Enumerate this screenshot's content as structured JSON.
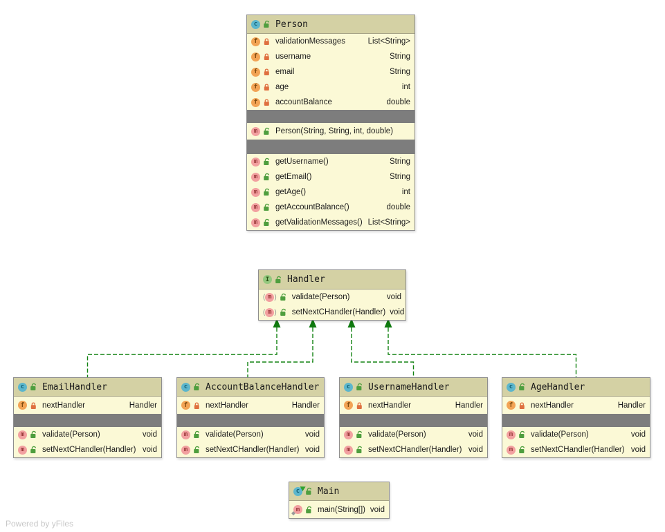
{
  "watermark": {
    "text": "Powered by yFiles"
  },
  "icons": {
    "class_letter": "c",
    "interface_letter": "I",
    "field_letter": "f",
    "method_letter": "m"
  },
  "colors": {
    "node_header": "#d4d1a4",
    "node_body": "#fbf9d6",
    "section_separator": "#7d7d7d",
    "node_border": "#8e8e8e",
    "class_icon": "#5cb6cc",
    "interface_icon": "#94c87e",
    "field_icon": "#f2a355",
    "method_icon": "#f2a0a0",
    "public_lock": "#4e9e3e",
    "private_lock": "#df7040",
    "edge_green": "#128212"
  },
  "relationships": [
    {
      "from": "EmailHandler",
      "to": "Handler",
      "type": "implements"
    },
    {
      "from": "AccountBalanceHandler",
      "to": "Handler",
      "type": "implements"
    },
    {
      "from": "UsernameHandler",
      "to": "Handler",
      "type": "implements"
    },
    {
      "from": "AgeHandler",
      "to": "Handler",
      "type": "implements"
    }
  ],
  "nodes": {
    "person": {
      "title": "Person",
      "fields": [
        {
          "name": "validationMessages",
          "type": "List<String>"
        },
        {
          "name": "username",
          "type": "String"
        },
        {
          "name": "email",
          "type": "String"
        },
        {
          "name": "age",
          "type": "int"
        },
        {
          "name": "accountBalance",
          "type": "double"
        }
      ],
      "constructors": [
        {
          "name": "Person(String, String, int, double)",
          "type": ""
        }
      ],
      "methods": [
        {
          "name": "getUsername()",
          "type": "String"
        },
        {
          "name": "getEmail()",
          "type": "String"
        },
        {
          "name": "getAge()",
          "type": "int"
        },
        {
          "name": "getAccountBalance()",
          "type": "double"
        },
        {
          "name": "getValidationMessages()",
          "type": "List<String>"
        }
      ]
    },
    "handler": {
      "title": "Handler",
      "methods": [
        {
          "name": "validate(Person)",
          "type": "void"
        },
        {
          "name": "setNextCHandler(Handler)",
          "type": "void"
        }
      ]
    },
    "emailHandler": {
      "title": "EmailHandler",
      "fields": [
        {
          "name": "nextHandler",
          "type": "Handler"
        }
      ],
      "methods": [
        {
          "name": "validate(Person)",
          "type": "void"
        },
        {
          "name": "setNextCHandler(Handler)",
          "type": "void"
        }
      ]
    },
    "accountBalanceHandler": {
      "title": "AccountBalanceHandler",
      "fields": [
        {
          "name": "nextHandler",
          "type": "Handler"
        }
      ],
      "methods": [
        {
          "name": "validate(Person)",
          "type": "void"
        },
        {
          "name": "setNextCHandler(Handler)",
          "type": "void"
        }
      ]
    },
    "usernameHandler": {
      "title": "UsernameHandler",
      "fields": [
        {
          "name": "nextHandler",
          "type": "Handler"
        }
      ],
      "methods": [
        {
          "name": "validate(Person)",
          "type": "void"
        },
        {
          "name": "setNextCHandler(Handler)",
          "type": "void"
        }
      ]
    },
    "ageHandler": {
      "title": "AgeHandler",
      "fields": [
        {
          "name": "nextHandler",
          "type": "Handler"
        }
      ],
      "methods": [
        {
          "name": "validate(Person)",
          "type": "void"
        },
        {
          "name": "setNextCHandler(Handler)",
          "type": "void"
        }
      ]
    },
    "main": {
      "title": "Main",
      "methods": [
        {
          "name": "main(String[])",
          "type": "void"
        }
      ]
    }
  }
}
